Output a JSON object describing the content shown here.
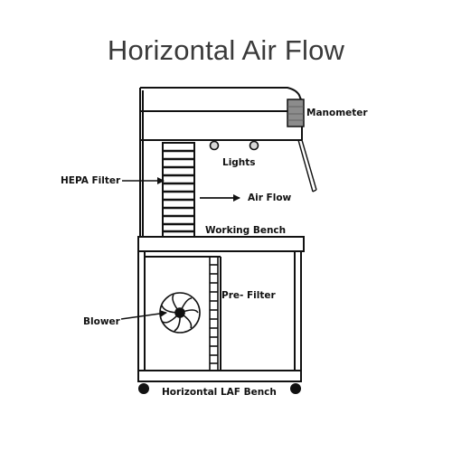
{
  "title": "Horizontal Air Flow",
  "labels": {
    "manometer": "Manometer",
    "lights": "Lights",
    "hepa_filter": "HEPA Filter",
    "air_flow": "Air Flow",
    "working_bench": "Working Bench",
    "pre_filter": "Pre- Filter",
    "blower": "Blower",
    "bench": "Horizontal LAF Bench"
  },
  "colors": {
    "line": "#111111",
    "title": "#3a3a3a",
    "manometer_fill": "#8c8c8c"
  }
}
